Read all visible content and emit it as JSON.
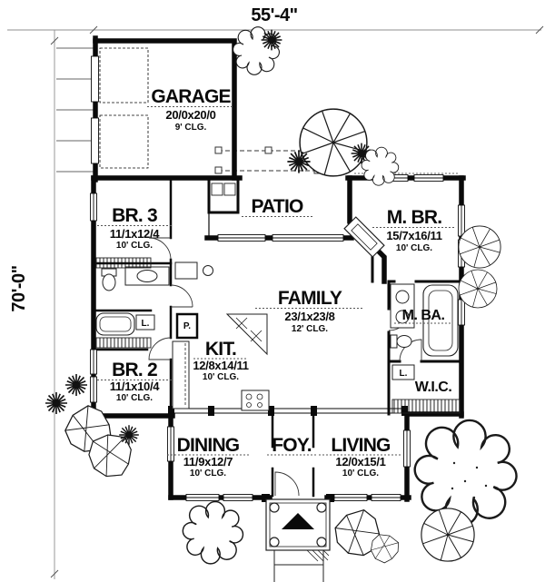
{
  "plan": {
    "dimensions": {
      "width": "55'-4\"",
      "depth": "70'-0\""
    },
    "rooms": {
      "garage": {
        "name": "GARAGE",
        "size": "20/0x20/0",
        "ceiling": "9' CLG."
      },
      "patio": {
        "name": "PATIO"
      },
      "master_bedroom": {
        "name": "M. BR.",
        "size": "15/7x16/11",
        "ceiling": "10' CLG."
      },
      "bedroom3": {
        "name": "BR. 3",
        "size": "11/1x12/4",
        "ceiling": "10' CLG."
      },
      "family": {
        "name": "FAMILY",
        "size": "23/1x23/8",
        "ceiling": "12' CLG."
      },
      "master_bath": {
        "name": "M. BA."
      },
      "kitchen": {
        "name": "KIT.",
        "size": "12/8x14/11",
        "ceiling": "10' CLG."
      },
      "bedroom2": {
        "name": "BR. 2",
        "size": "11/1x10/4",
        "ceiling": "10' CLG."
      },
      "walk_in_closet": {
        "name": "W.I.C."
      },
      "dining": {
        "name": "DINING",
        "size": "11/9x12/7",
        "ceiling": "10' CLG."
      },
      "foyer": {
        "name": "FOY."
      },
      "living": {
        "name": "LIVING",
        "size": "12/0x15/1",
        "ceiling": "10' CLG."
      }
    },
    "labels": {
      "linen": "L.",
      "pantry": "P."
    },
    "colors": {
      "ink": "#0a0a0a",
      "paper": "#ffffff",
      "dim_line": "#8f8f8f"
    },
    "icons": {
      "entry_marker": "solid-triangle",
      "round_tree": "radial-segment-circle",
      "shrub": "starburst",
      "bush": "irregular-polygon"
    }
  }
}
